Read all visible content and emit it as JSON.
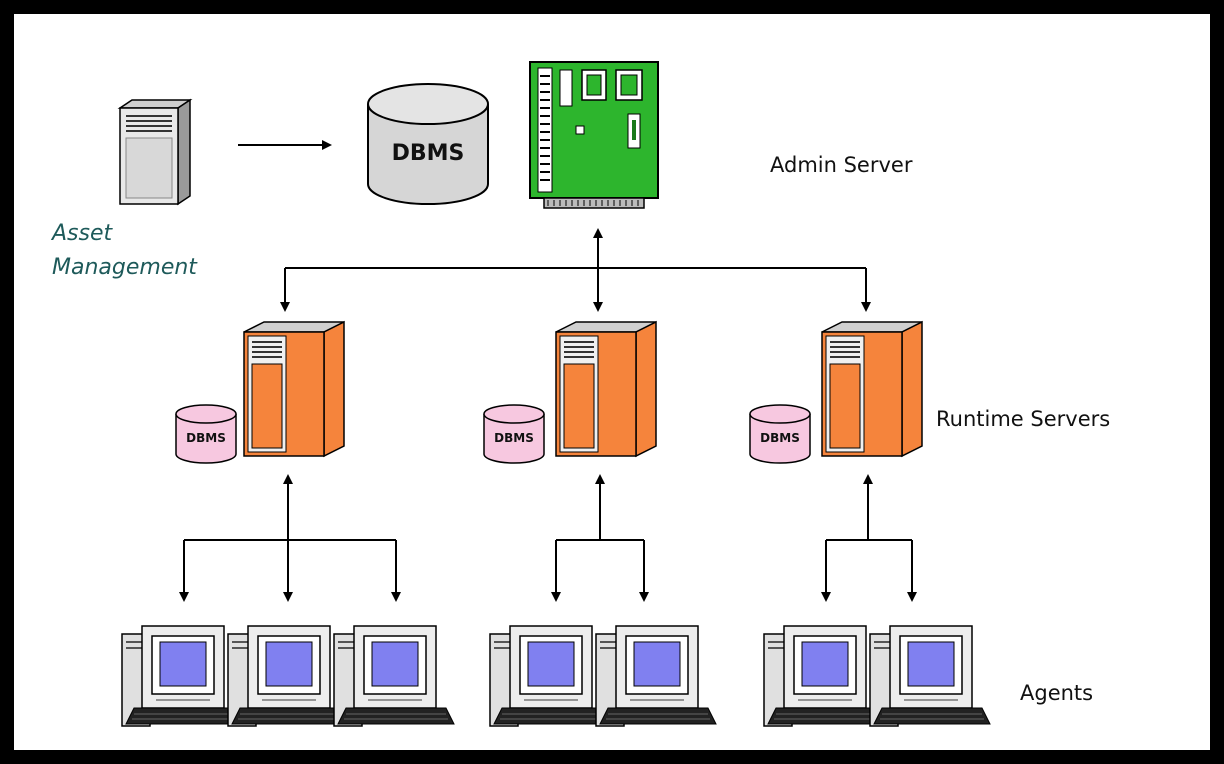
{
  "labels": {
    "admin_server": "Admin Server",
    "runtime_servers": "Runtime Servers",
    "agents": "Agents",
    "asset_line1": "Asset",
    "asset_line2": "Management",
    "dbms_main": "DBMS",
    "dbms_small": "DBMS"
  },
  "colors": {
    "frame": "#000000",
    "background": "#ffffff",
    "line": "#000000",
    "admin_board": "#2db52d",
    "admin_board_dark": "#1a7a1a",
    "runtime_server_front": "#f5843c",
    "runtime_server_side": "#f5843c",
    "server_light": "#e8e8e8",
    "server_shadow": "#9a9a9a",
    "small_dbms": "#f7c8e0",
    "main_dbms": "#d6d6d6",
    "monitor_screen": "#8080f0",
    "asset_text": "#1e5a5a"
  },
  "icons": {
    "asset_server": "tower-server-icon",
    "main_dbms": "database-cylinder-icon",
    "admin_server": "circuit-board-server-icon",
    "runtime_server": "tower-server-icon",
    "runtime_dbms": "database-cylinder-icon",
    "agent": "desktop-computer-icon"
  },
  "runtime_groups": [
    {
      "agents_count": 3
    },
    {
      "agents_count": 2
    },
    {
      "agents_count": 2
    }
  ]
}
